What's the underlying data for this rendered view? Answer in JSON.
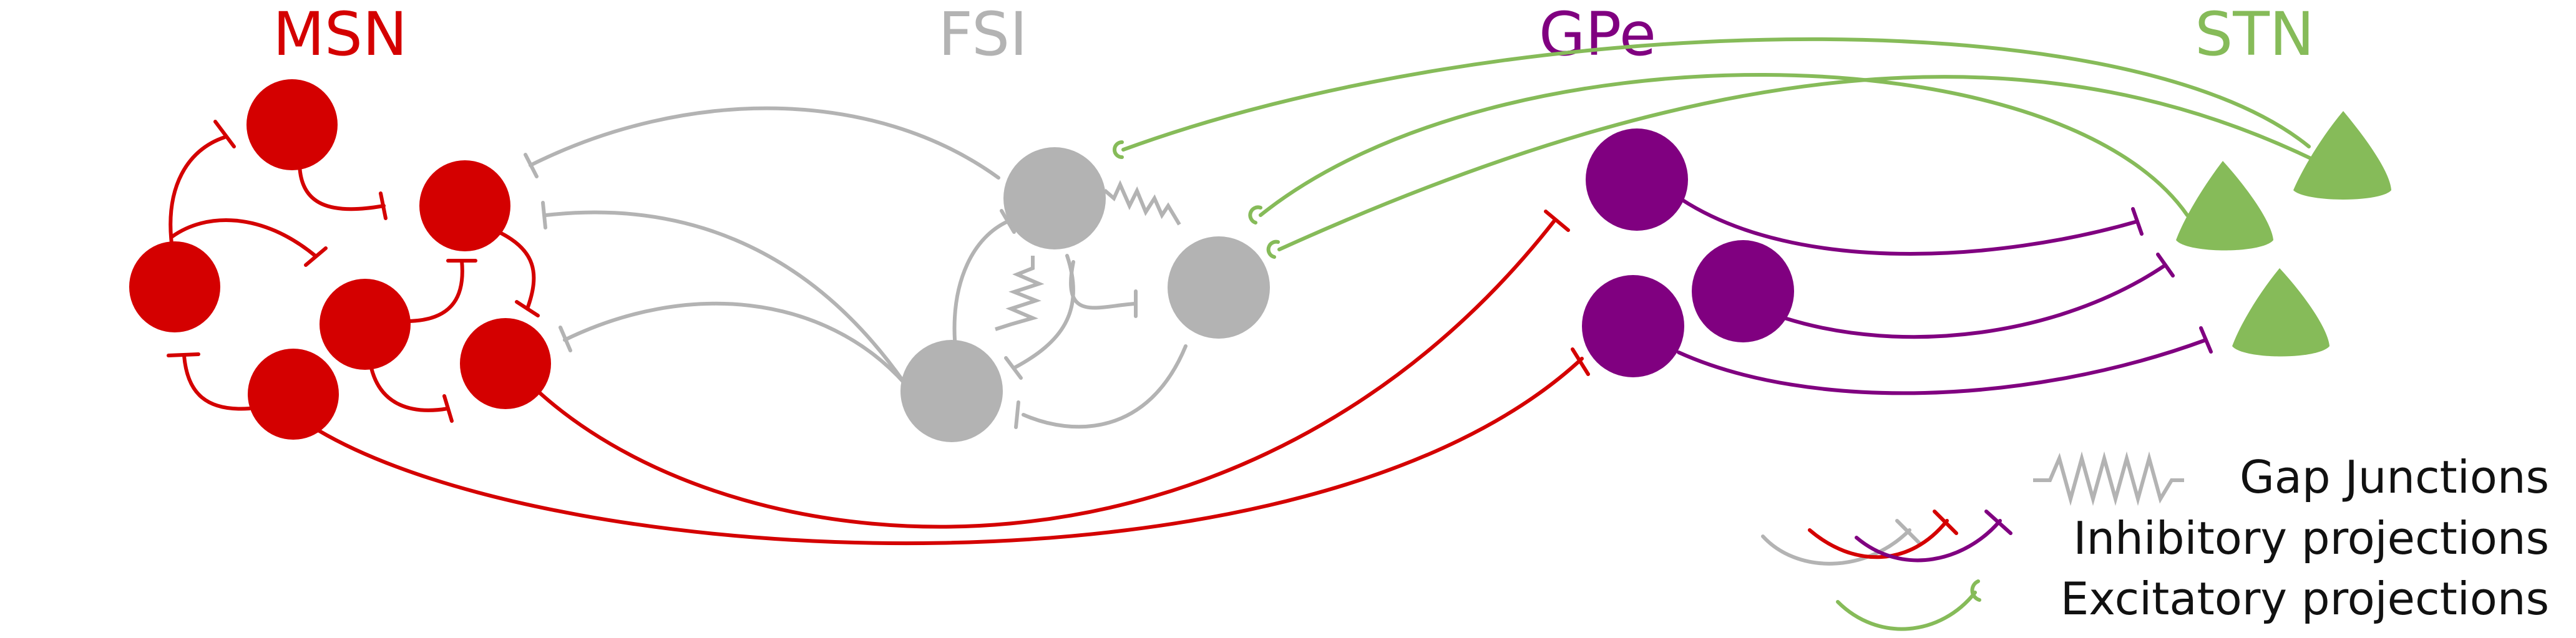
{
  "groups": [
    {
      "key": "msn",
      "label": "MSN",
      "color": "#d40000"
    },
    {
      "key": "fsi",
      "label": "FSI",
      "color": "#b3b3b3"
    },
    {
      "key": "gpe",
      "label": "GPe",
      "color": "#800080"
    },
    {
      "key": "stn",
      "label": "STN",
      "color": "#86bb59"
    }
  ],
  "legend": {
    "gap_junctions": "Gap Junctions",
    "inhibitory": "Inhibitory projections",
    "excitatory": "Excitatory projections"
  },
  "icons": {
    "msn_neuron": "red-circle",
    "fsi_neuron": "grey-circle",
    "gpe_neuron": "purple-circle",
    "stn_neuron": "green-triangle",
    "gap_junction": "zigzag",
    "inhibitory_terminal": "t-bar",
    "excitatory_terminal": "cup"
  }
}
